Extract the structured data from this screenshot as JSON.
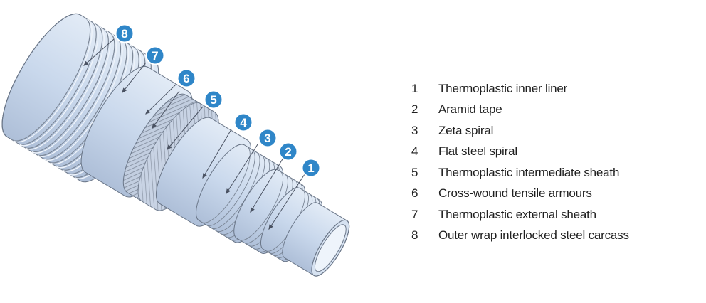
{
  "colors": {
    "badge": "#2f86c8",
    "badge_ring": "#ffffff",
    "pipe_fill": "#c6d5ea",
    "pipe_fill_light": "#dde7f4",
    "pipe_stroke": "#6a7688",
    "armour": "#8d96a3"
  },
  "legend": [
    {
      "num": "1",
      "text": "Thermoplastic inner liner"
    },
    {
      "num": "2",
      "text": "Aramid tape"
    },
    {
      "num": "3",
      "text": "Zeta spiral"
    },
    {
      "num": "4",
      "text": "Flat steel spiral"
    },
    {
      "num": "5",
      "text": "Thermoplastic intermediate sheath"
    },
    {
      "num": "6",
      "text": "Cross-wound tensile armours"
    },
    {
      "num": "7",
      "text": "Thermoplastic external sheath"
    },
    {
      "num": "8",
      "text": "Outer wrap interlocked steel carcass"
    }
  ],
  "badges": [
    "8",
    "7",
    "6",
    "5",
    "4",
    "3",
    "2",
    "1"
  ]
}
